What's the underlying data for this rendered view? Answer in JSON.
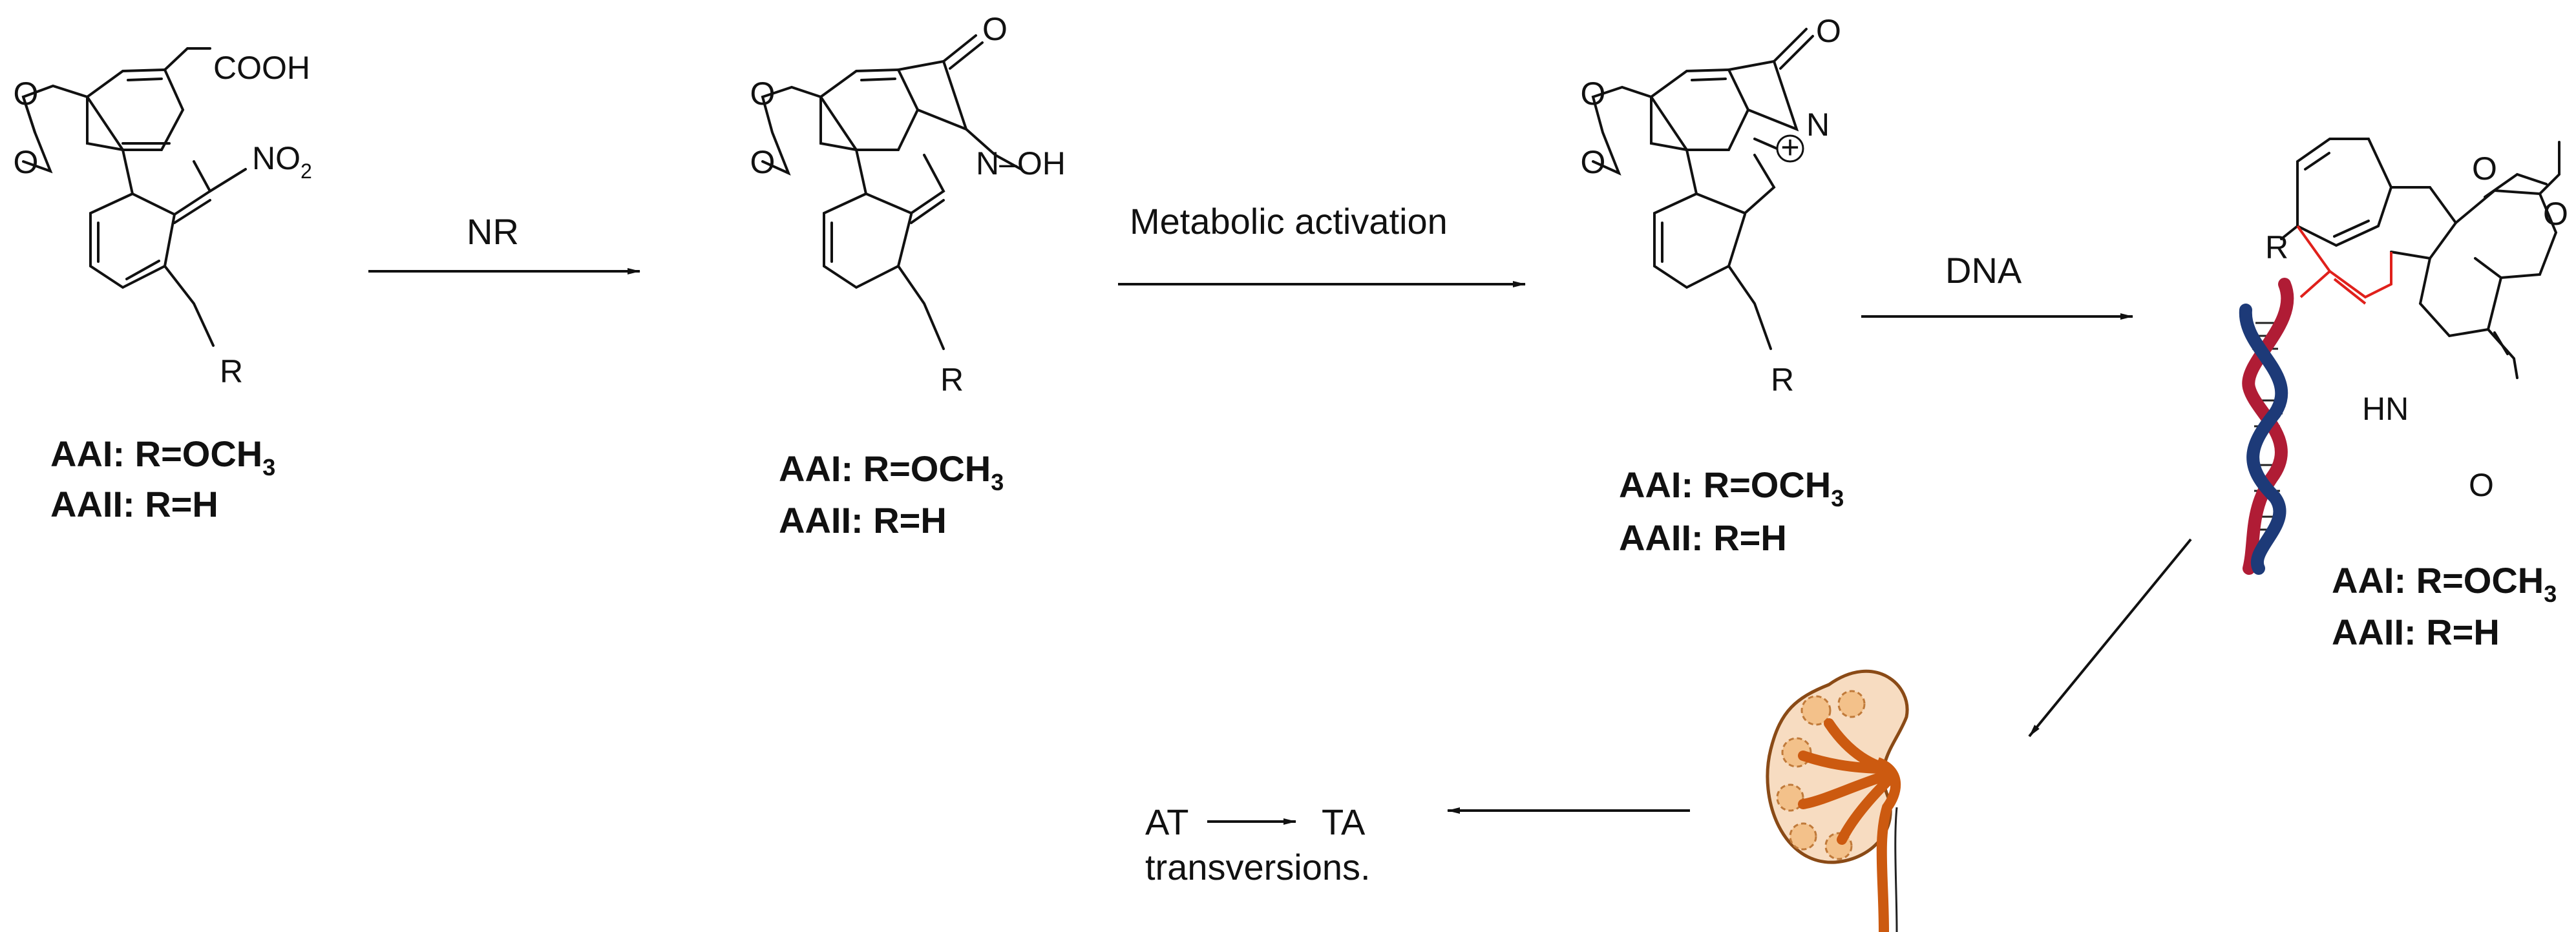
{
  "steps": {
    "nr": "NR",
    "metabolic": "Metabolic activation",
    "dna": "DNA"
  },
  "molecules": {
    "aa_acid": {
      "cooh": "COOH",
      "no2_n": "NO",
      "no2_sub": "2",
      "r": "R",
      "o1": "O",
      "o2": "O",
      "line1_prefix": "AAI: R=OCH",
      "line1_sub": "3",
      "line2": "AAII: R=H"
    },
    "hydroxylamine": {
      "o_carbonyl": "O",
      "n_oh": "N–OH",
      "r": "R",
      "o1": "O",
      "o2": "O",
      "line1_prefix": "AAI: R=OCH",
      "line1_sub": "3",
      "line2": "AAII: R=H"
    },
    "nitrenium": {
      "o_carbonyl": "O",
      "n": "N",
      "plus": "+",
      "r": "R",
      "o1": "O",
      "o2": "O",
      "line1_prefix": "AAI: R=OCH",
      "line1_sub": "3",
      "line2": "AAII: R=H"
    },
    "dna_adduct": {
      "r": "R",
      "hn": "HN",
      "o_carbonyl": "O",
      "o1": "O",
      "o2": "O",
      "line1_prefix": "AAI: R=OCH",
      "line1_sub": "3",
      "line2": "AAII: R=H"
    }
  },
  "outcome": {
    "at": "AT",
    "ta": "TA",
    "transversions": "transversions."
  },
  "colors": {
    "ink": "#111111",
    "adduct_bond": "#e0201b",
    "dna_red": "#b01c35",
    "dna_blue": "#1d3a78",
    "kidney_fill": "#f7dcc1",
    "kidney_ureter": "#cc5a10"
  },
  "icons": [
    "dna-helix-icon",
    "kidney-icon"
  ]
}
